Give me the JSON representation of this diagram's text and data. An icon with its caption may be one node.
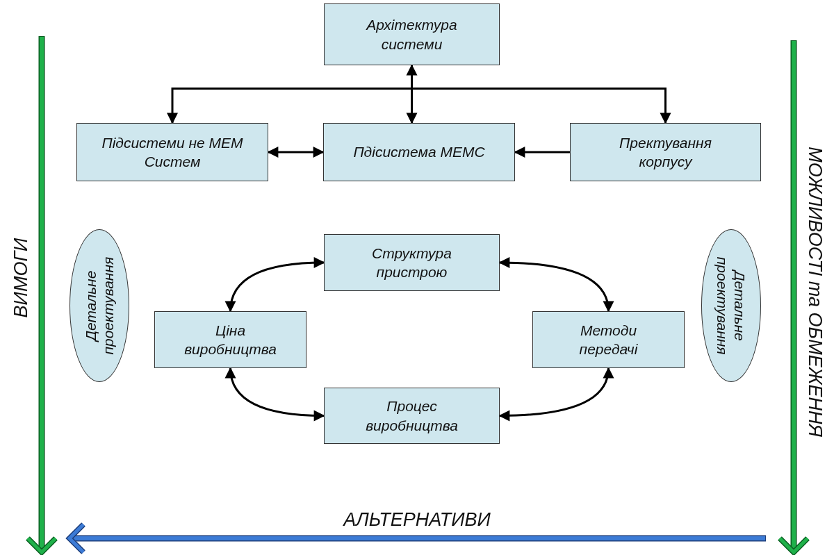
{
  "diagram": {
    "nodes": [
      {
        "text": [
          "Архітектура системи"
        ]
      },
      {
        "text": [
          "Підсистеми не МЕМ Систем"
        ]
      },
      {
        "text": [
          "Пдісистема МЕМС"
        ]
      },
      {
        "text": [
          "Пректування корпусу"
        ]
      },
      {
        "text": [
          "Структура пристрою"
        ]
      },
      {
        "text": [
          "Ціна виробництва"
        ]
      },
      {
        "text": [
          "Методи передачі"
        ]
      },
      {
        "text": [
          "Процес виробництва"
        ]
      },
      {
        "text": [
          "Детальне проектування"
        ]
      },
      {
        "text": [
          "Детальне проектування"
        ]
      }
    ],
    "edges": [
      {
        "from": 0,
        "to": 2,
        "arrow": "both"
      },
      {
        "from": 0,
        "to": 1,
        "arrow": "to"
      },
      {
        "from": 0,
        "to": 3,
        "arrow": "to"
      },
      {
        "from": 1,
        "to": 2,
        "arrow": "both"
      },
      {
        "from": 3,
        "to": 2,
        "arrow": "to"
      },
      {
        "from": 4,
        "to": 5,
        "arrow": "both"
      },
      {
        "from": 4,
        "to": 6,
        "arrow": "both"
      },
      {
        "from": 5,
        "to": 7,
        "arrow": "both"
      },
      {
        "from": 6,
        "to": 7,
        "arrow": "both"
      }
    ],
    "labels": [
      "ВИМОГИ",
      "МОЖЛИВОСТІ та ОБМЕЖЕННЯ",
      "АЛЬТЕРНАТИВИ"
    ]
  }
}
